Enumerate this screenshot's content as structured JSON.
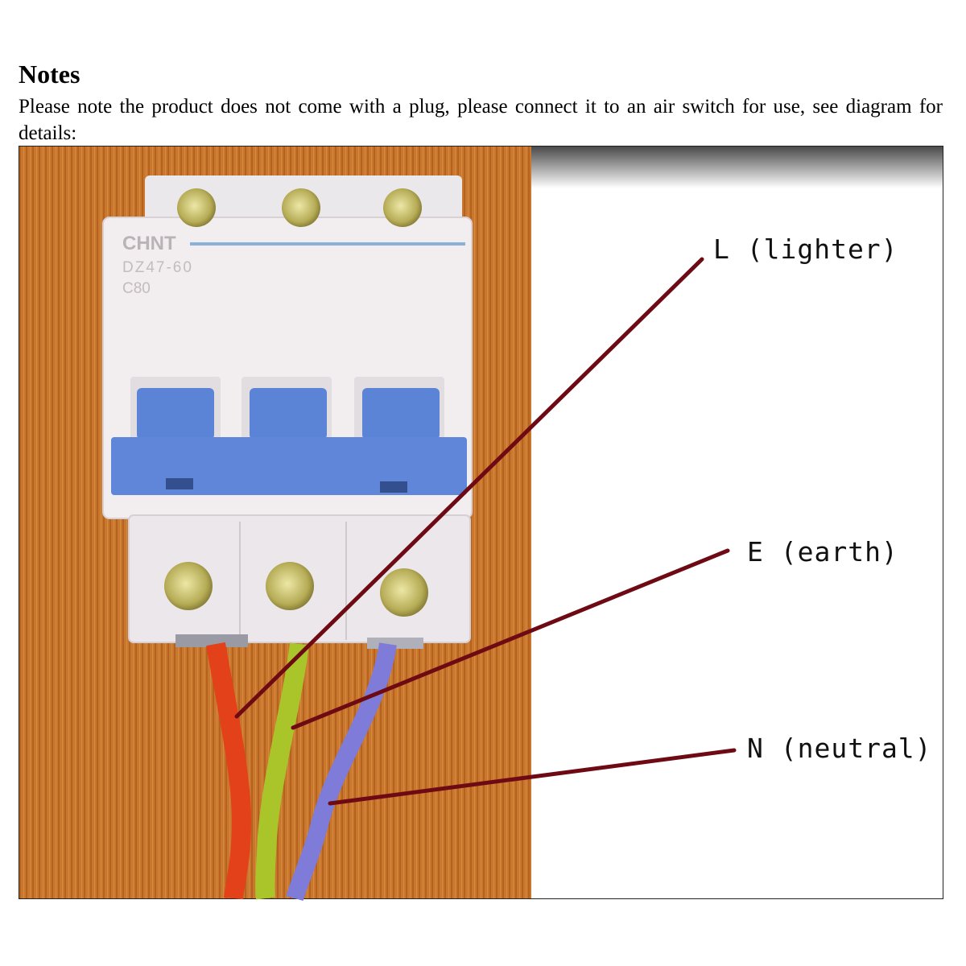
{
  "notes": {
    "heading": "Notes",
    "text": "Please note the product does not come with a plug, please connect it to an air switch for use, see diagram for details:"
  },
  "breaker": {
    "brand": "CHNT",
    "model": "DZ47-60",
    "rating": "C80"
  },
  "labels": {
    "live": "L (lighter)",
    "earth": "E (earth)",
    "neutral": "N (neutral)"
  },
  "colors": {
    "pointer_line": "#6e0a14",
    "live_wire": "#e2411a",
    "earth_wire": "#a9c52a",
    "neutral_wire": "#7f7bd8",
    "breaker_handle": "#5b84d6",
    "wood": "#c9762e"
  }
}
